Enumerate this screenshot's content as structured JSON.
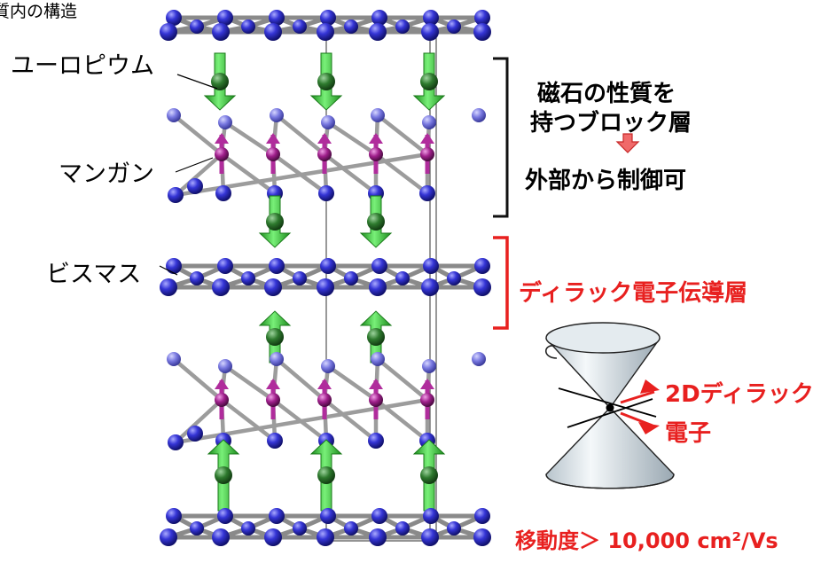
{
  "title": "質内の構造",
  "labels": {
    "europium": "ユーロピウム",
    "manganese": "マンガン",
    "bismuth": "ビスマス"
  },
  "magnetic_block": {
    "line1": "磁石の性質を",
    "line2": "持つブロック層",
    "line3": "外部から制御可"
  },
  "dirac_layer": "ディラック電子伝導層",
  "cone": {
    "label_line1": "2Dディラック",
    "label_line2": "電子"
  },
  "mobility": "移動度＞ 10,000 cm²/Vs",
  "colors": {
    "bismuth_atom": "#2323c8",
    "manganese_atom": "#a0208c",
    "europium_atom": "#2e6e2e",
    "spin_arrow": "#3cc83c",
    "bond": "#9c9c9c",
    "highlight_red": "#e8201f",
    "block_arrow": "#e84040"
  },
  "icons": {
    "spin": "green-spin-arrow-icon",
    "down_arrow": "red-down-arrow-icon",
    "cone": "dirac-cone-icon"
  }
}
